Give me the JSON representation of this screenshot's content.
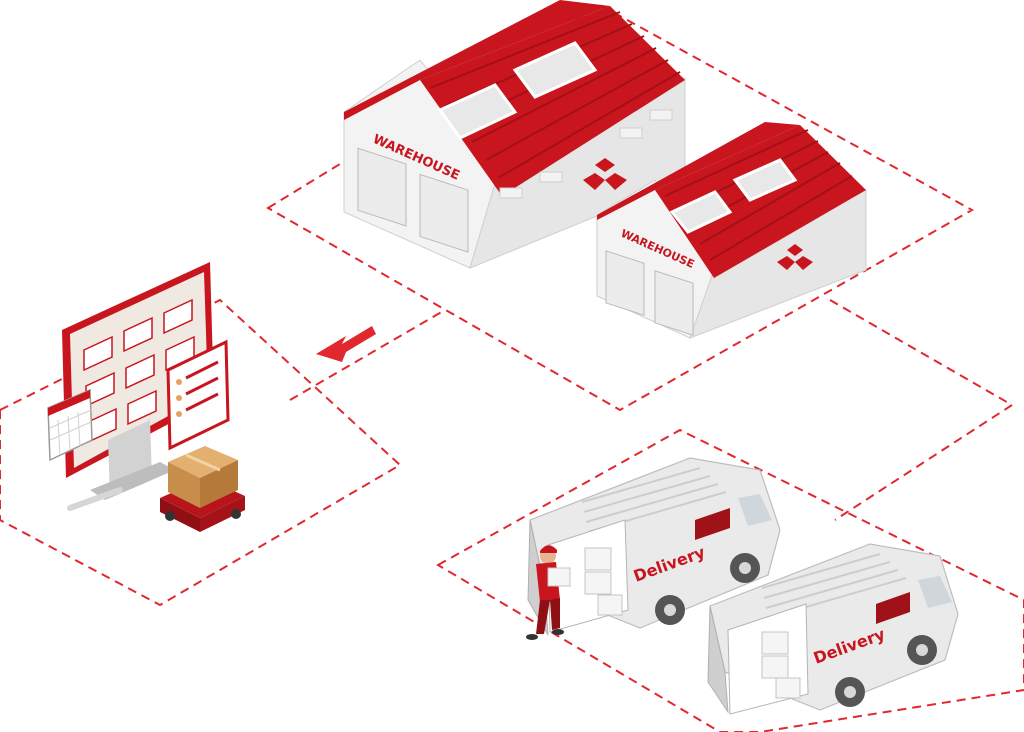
{
  "warehouses": [
    {
      "sign": "WAREHOUSE"
    },
    {
      "sign": "WAREHOUSE"
    }
  ],
  "vans": [
    {
      "label": "Delivery"
    },
    {
      "label": "Delivery"
    }
  ],
  "colors": {
    "brand_red": "#c8151e",
    "dashed_outline": "#e0282e",
    "building_wall": "#f3f3f3"
  },
  "icons": [
    "warehouse-building",
    "delivery-van",
    "computer-monitor",
    "calendar-icon",
    "checklist-icon",
    "cardboard-box",
    "robot-cart",
    "arrow-left-icon",
    "delivery-worker"
  ]
}
